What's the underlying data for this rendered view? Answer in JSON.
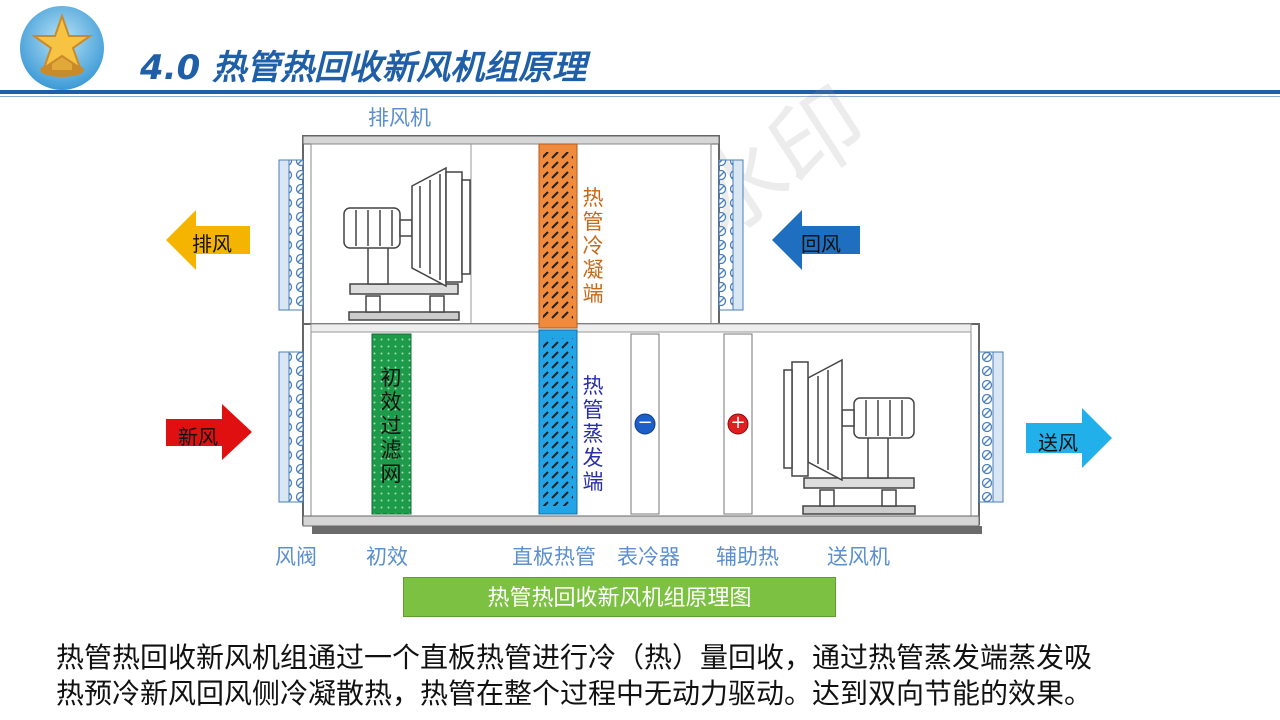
{
  "header": {
    "title": "4.0 热管热回收新风机组原理"
  },
  "diagram": {
    "exhaust_fan_label": "排风机",
    "condenser_label": "热管冷凝端",
    "evaporator_label": "热管蒸发端",
    "filter_label": "初效过滤网",
    "arrows": {
      "exhaust": "排风",
      "return": "回风",
      "fresh": "新风",
      "supply": "送风"
    },
    "bottom_labels": {
      "damper": "风阀",
      "primary": "初效",
      "heat_pipe": "直板热管",
      "cooler": "表冷器",
      "aux_heat": "辅助热",
      "supply_fan": "送风机"
    },
    "cooler_symbol": "−",
    "heater_symbol": "+",
    "caption": "热管热回收新风机组原理图",
    "watermark": "非会员水印"
  },
  "body": {
    "line1": "热管热回收新风机组通过一个直板热管进行冷（热）量回收，通过热管蒸发端蒸发吸",
    "line2": "热预冷新风回风侧冷凝散热，热管在整个过程中无动力驱动。达到双向节能的效果。"
  },
  "colors": {
    "title_blue": "#1f5fa8",
    "label_blue": "#5b8fd0",
    "condenser_orange": "#f08a3c",
    "evaporator_blue": "#22a4e6",
    "filter_green": "#1e9b4a",
    "arrow_yellow": "#f5b400",
    "arrow_blue": "#1e6fc0",
    "arrow_red": "#e01010",
    "arrow_cyan": "#22b0ea",
    "caption_green": "#7cc142"
  }
}
